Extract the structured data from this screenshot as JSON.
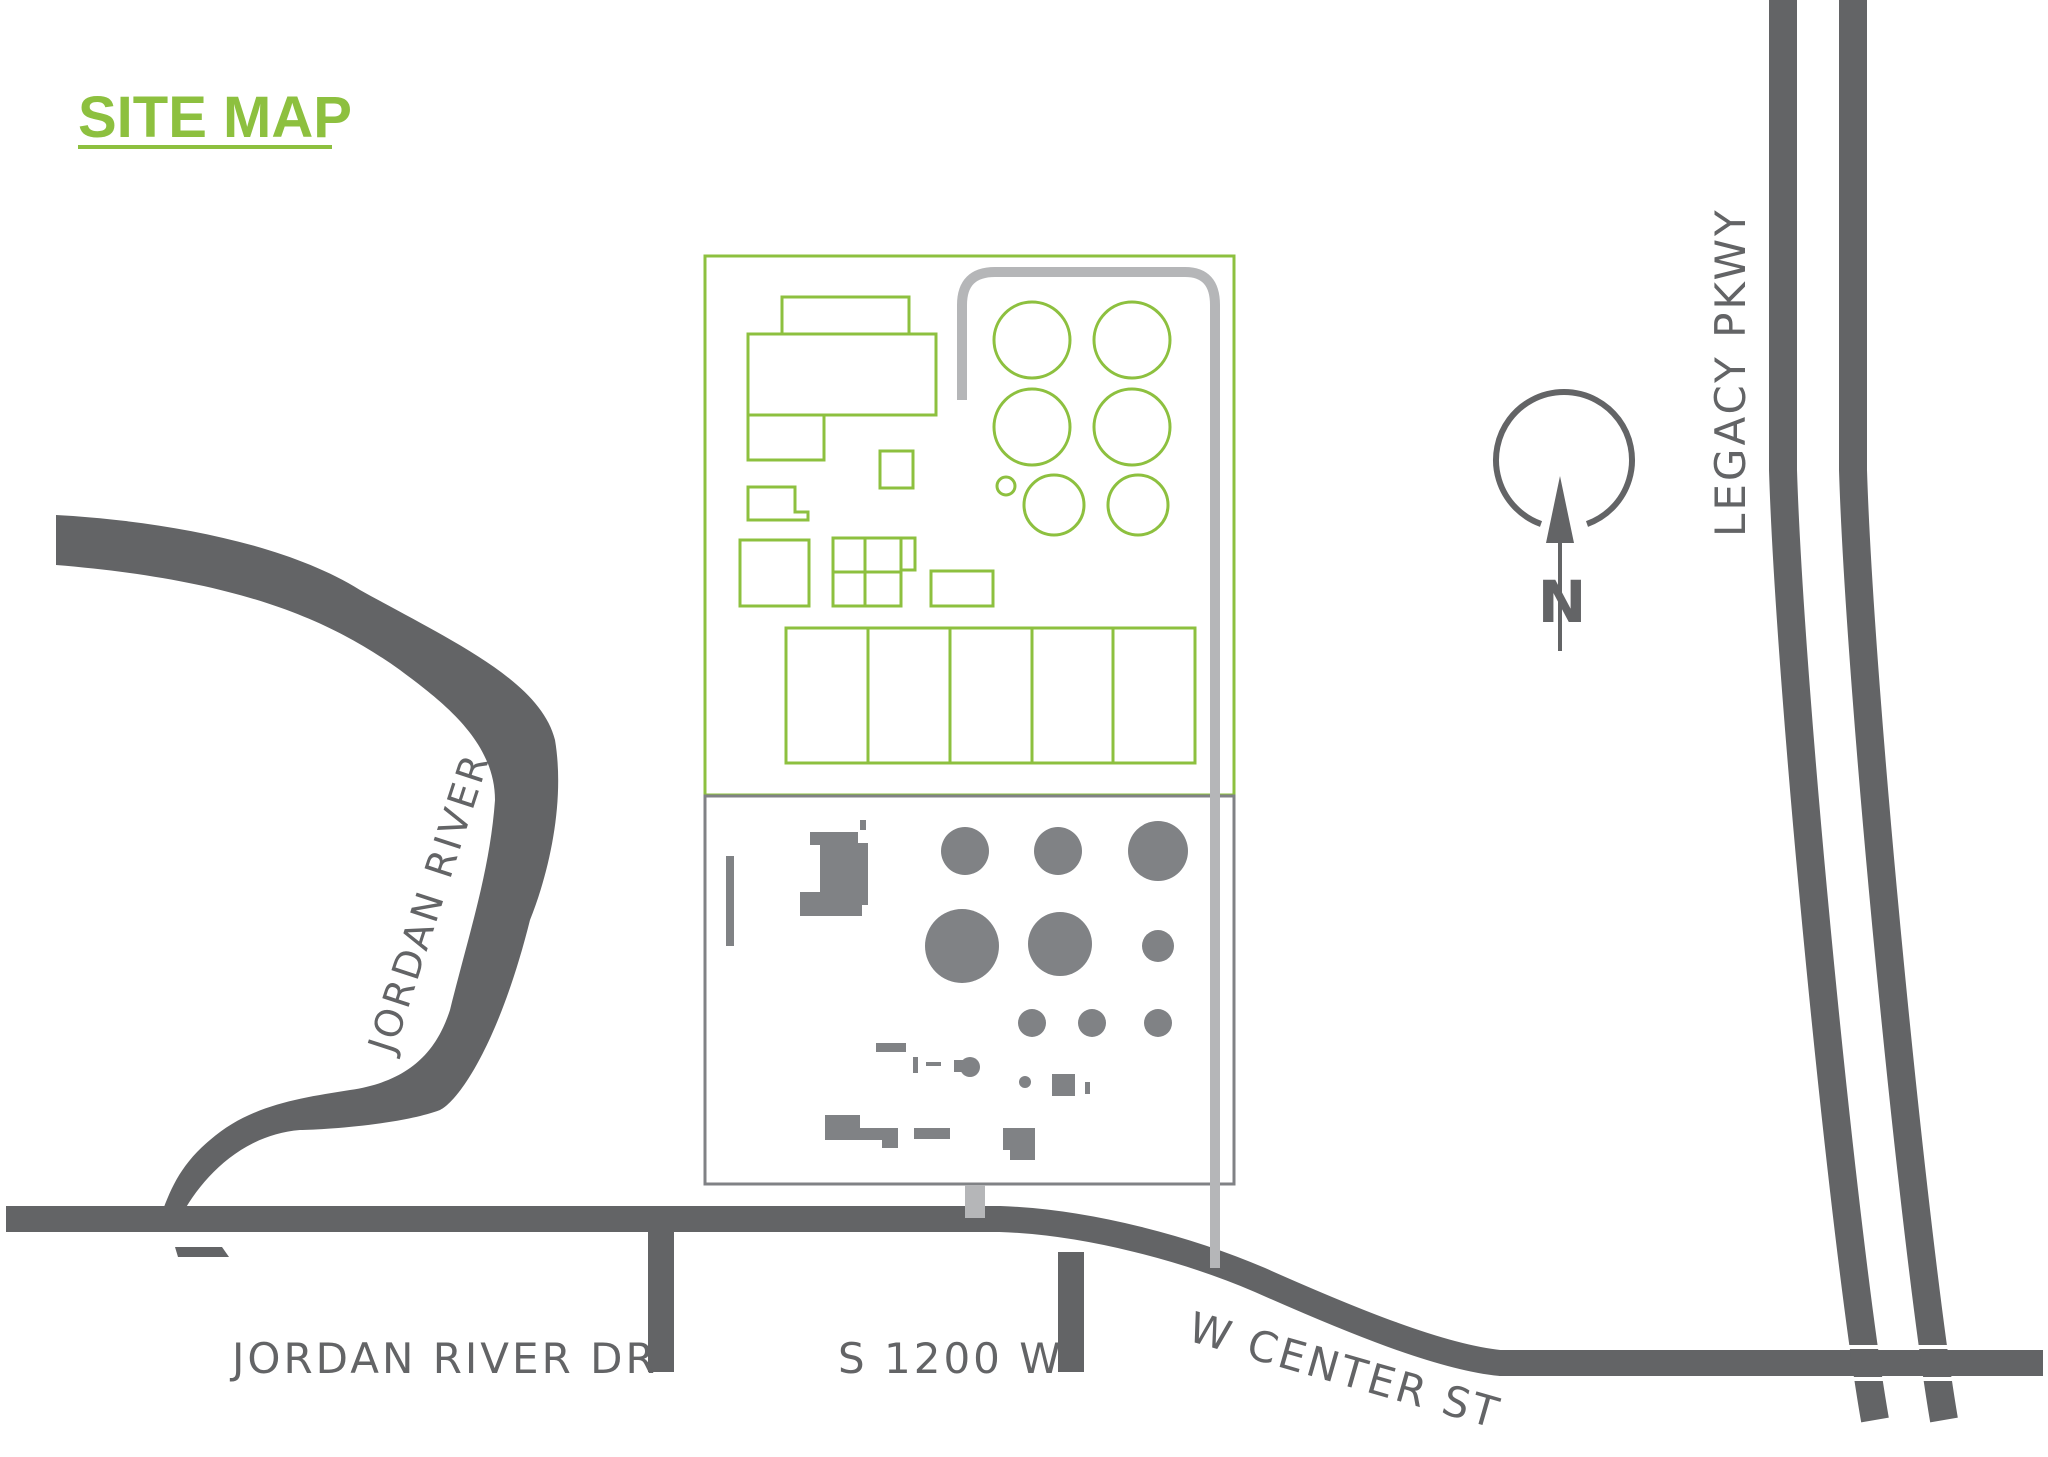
{
  "title": "SITE MAP",
  "compass": {
    "label": "N",
    "icon": "north-arrow-icon"
  },
  "roads": {
    "legacy_pkwy": "LEGACY PKWY",
    "jordan_river_dr": "JORDAN RIVER DR",
    "s_1200_w": "S 1200 W",
    "w_center_st": "W  CENTER ST"
  },
  "river": {
    "label": "JORDAN RIVER"
  },
  "colors": {
    "accent": "#8dc03f",
    "road": "#636466",
    "building": "#808285",
    "path": "#b5b6b8"
  }
}
